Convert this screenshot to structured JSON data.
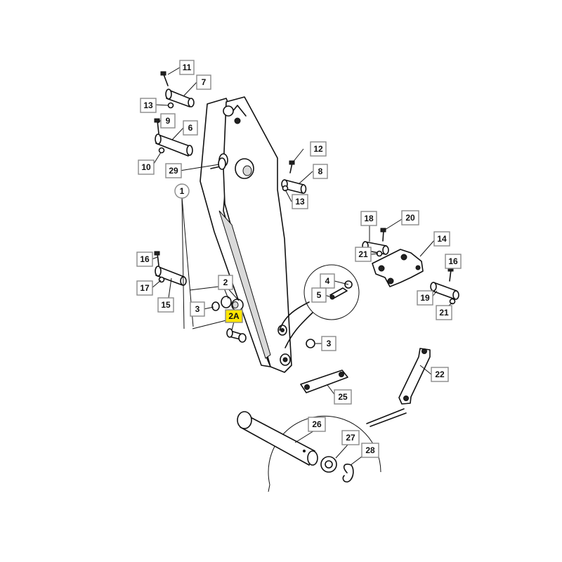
{
  "callouts": {
    "c1": "1",
    "c2": "2",
    "c2a": "2A",
    "c3a": "3",
    "c3b": "3",
    "c4": "4",
    "c5": "5",
    "c6": "6",
    "c7": "7",
    "c8": "8",
    "c9": "9",
    "c10": "10",
    "c11": "11",
    "c12": "12",
    "c13a": "13",
    "c13b": "13",
    "c14": "14",
    "c15": "15",
    "c16a": "16",
    "c16b": "16",
    "c17": "17",
    "c18": "18",
    "c19": "19",
    "c20": "20",
    "c21a": "21",
    "c21b": "21",
    "c22": "22",
    "c25": "25",
    "c26": "26",
    "c27": "27",
    "c28": "28",
    "c29": "29"
  },
  "highlight_color": "#ffe600"
}
